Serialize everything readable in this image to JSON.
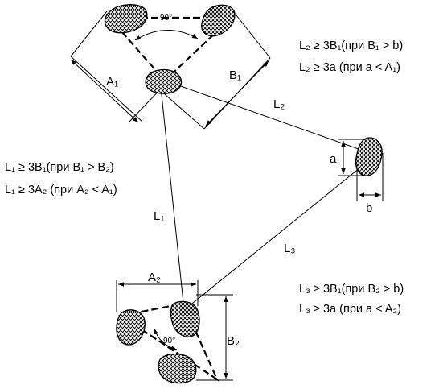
{
  "labels": {
    "A1": "A₁",
    "B1": "B₁",
    "L2": "L₂",
    "a": "a",
    "b": "b",
    "L1": "L₁",
    "L3": "L₃",
    "A2": "A₂",
    "B2": "B₂",
    "angle_top": "90°",
    "angle_bottom": "90°"
  },
  "formulas": {
    "top_right": [
      "L₂ ≥ 3B₁(при  B₁ > b)",
      "L₂ ≥ 3a (при  a < A₁)"
    ],
    "left": [
      "L₁ ≥ 3B₁(при  B₁ > B₂)",
      "L₁ ≥ 3A₂ (при  A₂ < A₁)"
    ],
    "bottom_right": [
      "L₃ ≥ 3B₁(при  B₂ > b)",
      "L₃ ≥ 3a (при  a < A₂)"
    ]
  }
}
